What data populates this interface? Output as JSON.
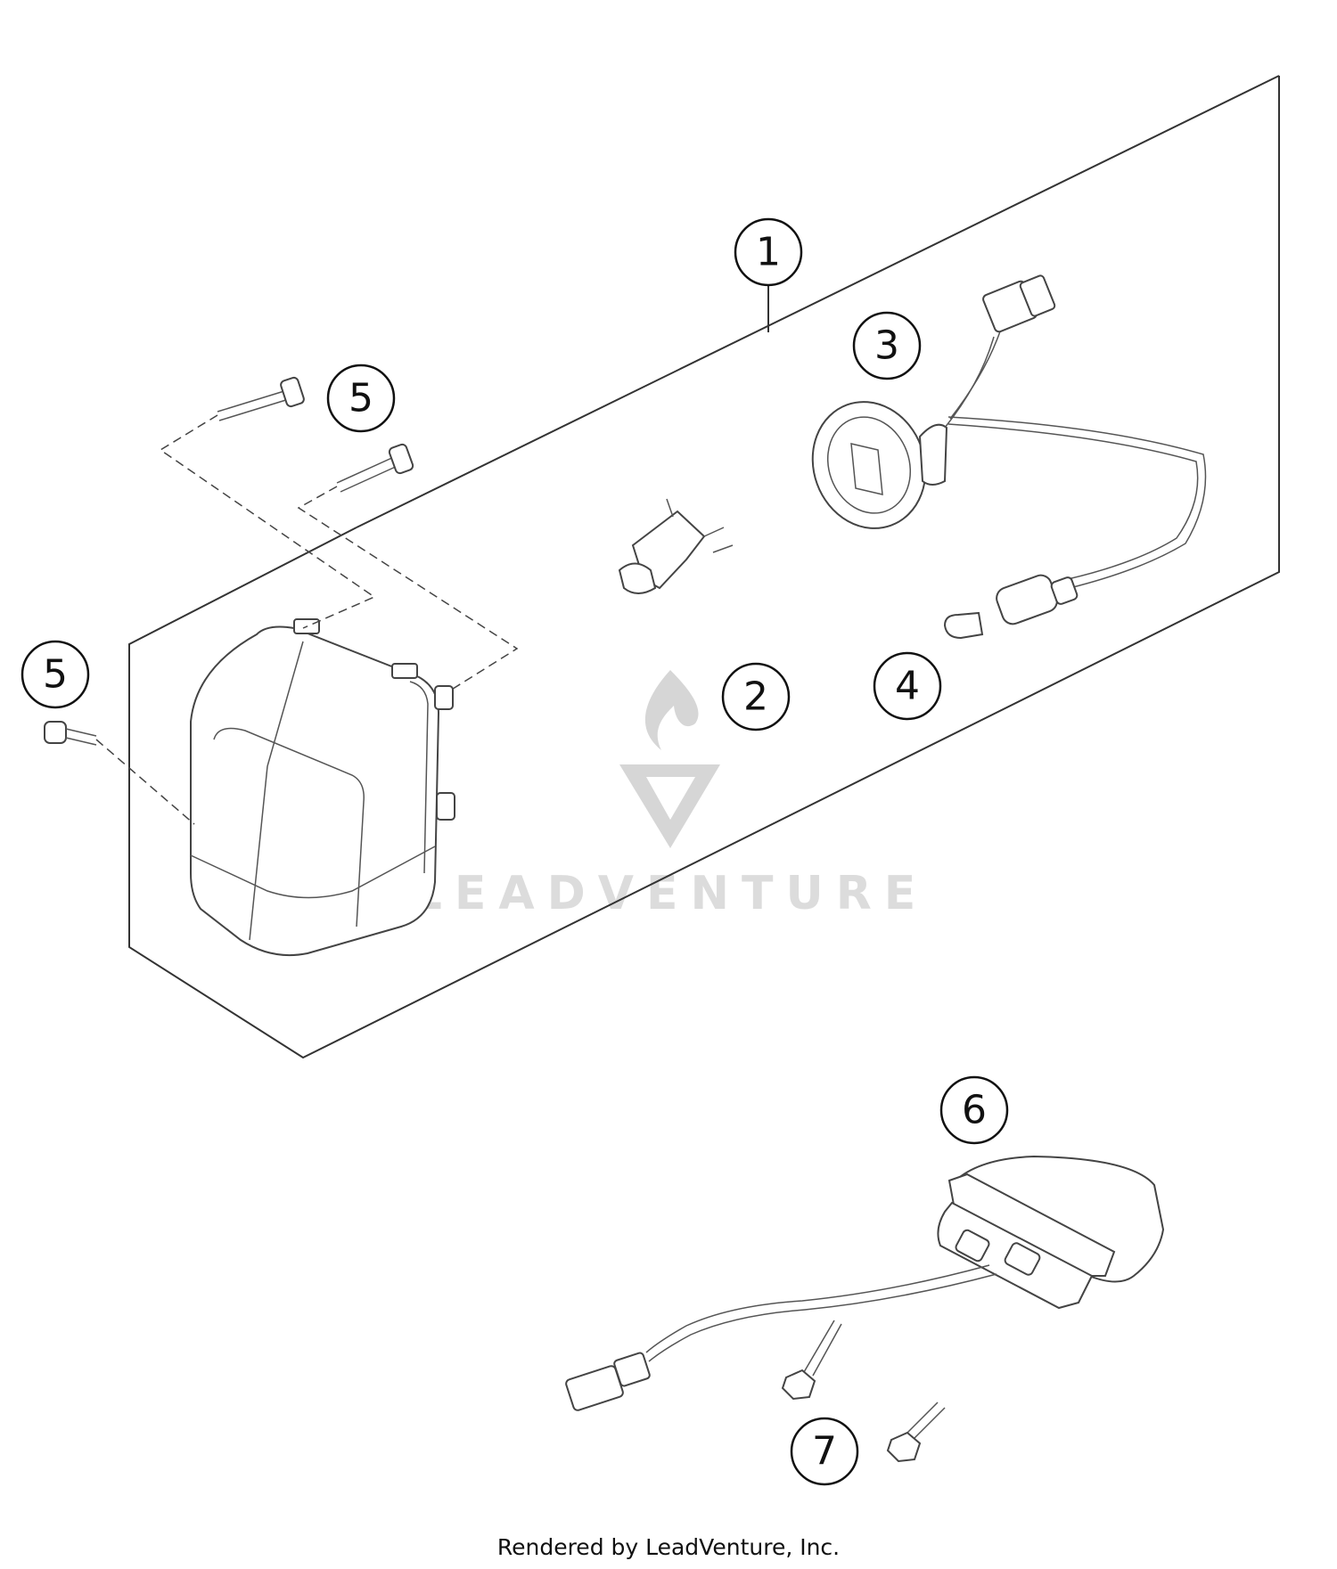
{
  "diagram": {
    "callouts": [
      {
        "id": "callout-1",
        "label": "1"
      },
      {
        "id": "callout-2",
        "label": "2"
      },
      {
        "id": "callout-3",
        "label": "3"
      },
      {
        "id": "callout-4",
        "label": "4"
      },
      {
        "id": "callout-5a",
        "label": "5"
      },
      {
        "id": "callout-5b",
        "label": "5"
      },
      {
        "id": "callout-6",
        "label": "6"
      },
      {
        "id": "callout-7",
        "label": "7"
      }
    ],
    "watermark": "LEADVENTURE"
  },
  "footer": {
    "credit": "Rendered by LeadVenture, Inc."
  }
}
